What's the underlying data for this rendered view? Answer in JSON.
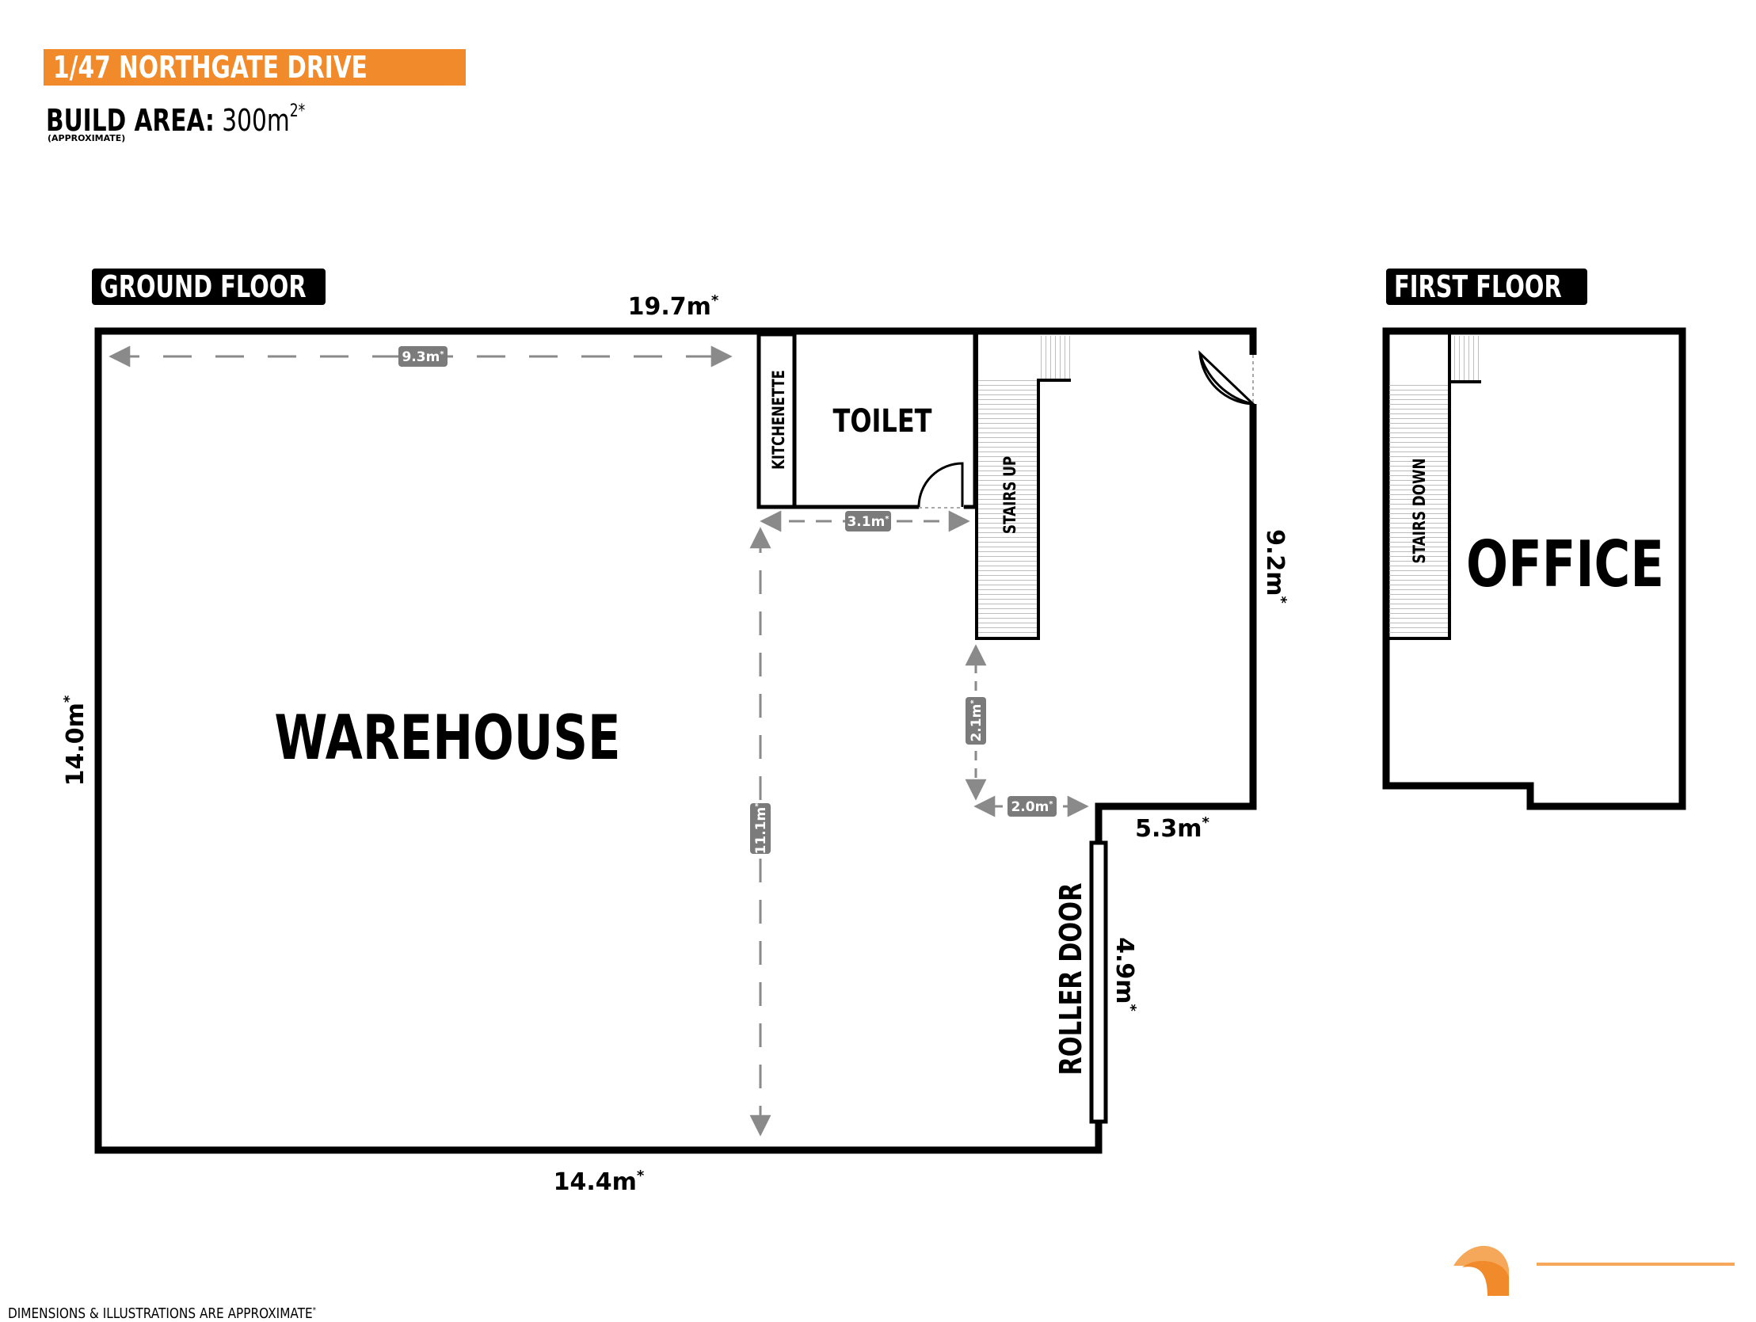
{
  "header": {
    "address": "1/47 NORTHGATE DRIVE",
    "build_area_label": "BUILD AREA:",
    "build_area_value": "300m",
    "build_area_sup": "2*",
    "approx_note": "(APPROXIMATE)"
  },
  "ground_floor": {
    "badge": "GROUND FLOOR",
    "rooms": {
      "warehouse": "WAREHOUSE",
      "toilet": "TOILET",
      "kitchenette": "KITCHENETTE",
      "stairs_up": "STAIRS UP",
      "roller_door": "ROLLER DOOR"
    },
    "dimensions": {
      "top_width": "19.7m",
      "left_height": "14.0m",
      "bottom_width": "14.4m",
      "right_upper_height": "9.2m",
      "step_width": "5.3m",
      "roller_door_height": "4.9m",
      "inner_warehouse_width": "9.3m",
      "toilet_width": "3.1m",
      "inner_height": "11.1m",
      "stairs_gap_height": "2.1m",
      "stairs_gap_width": "2.0m"
    },
    "dim_suffix": "*"
  },
  "first_floor": {
    "badge": "FIRST FLOOR",
    "rooms": {
      "office": "OFFICE",
      "stairs_down": "STAIRS DOWN"
    }
  },
  "footer": {
    "disclaimer": "DIMENSIONS & ILLUSTRATIONS ARE APPROXIMATE",
    "disclaimer_sup": "*"
  },
  "colors": {
    "accent": "#f08a2a",
    "wall": "#000000",
    "dimension_line": "#8a8a8a",
    "dim_label_bg": "#7b7b7b"
  }
}
